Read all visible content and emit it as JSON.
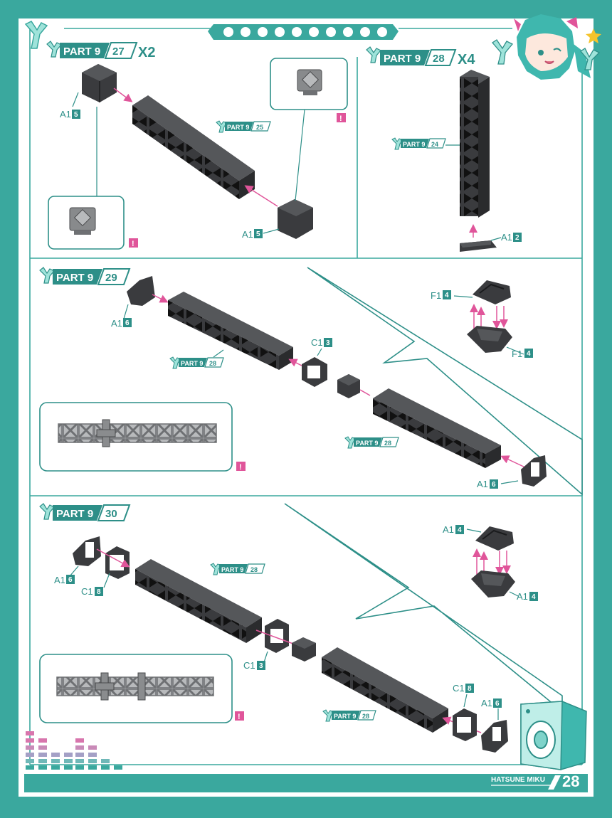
{
  "page_number": "28",
  "brand": "HATSUNE MIKU",
  "part_label": "PART 9",
  "steps": [
    {
      "num": "27",
      "mult": "X2"
    },
    {
      "num": "28",
      "mult": "X4"
    },
    {
      "num": "29",
      "mult": ""
    },
    {
      "num": "30",
      "mult": ""
    }
  ],
  "refs": {
    "r25": "25",
    "r24": "24",
    "r28": "28"
  },
  "parts": {
    "a1": "A1",
    "c1": "C1",
    "f1": "F1",
    "n2": "2",
    "n3": "3",
    "n4": "4",
    "n5": "5",
    "n6": "6",
    "n8": "8"
  },
  "warning": "!",
  "colors": {
    "teal": "#3aa89e",
    "dark_teal": "#2d8f88",
    "pink": "#e0559a",
    "part": "#2f3033",
    "gray": "#9a9c9e"
  }
}
